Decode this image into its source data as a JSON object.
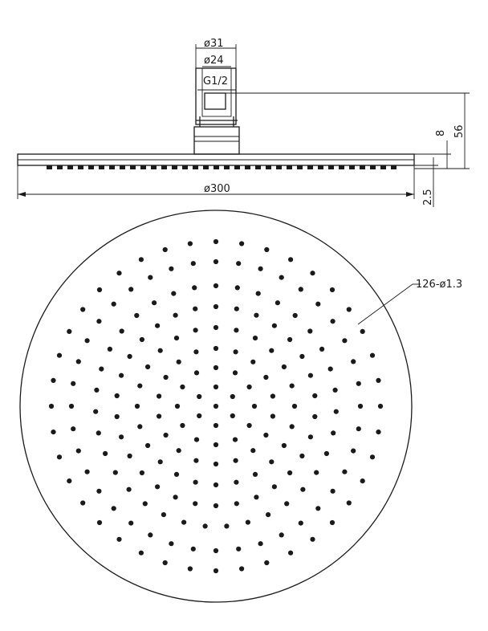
{
  "dimensions": {
    "arm_outer_diameter": "ø31",
    "arm_inner_diameter": "ø24",
    "thread": "G1/2",
    "head_diameter": "ø300",
    "total_height": "56",
    "plate_thickness": "8",
    "nozzle_height": "2.5"
  },
  "annotation": {
    "nozzles": "126-ø1.3"
  },
  "colors": {
    "line": "#1a1a1a",
    "background": "#ffffff"
  }
}
